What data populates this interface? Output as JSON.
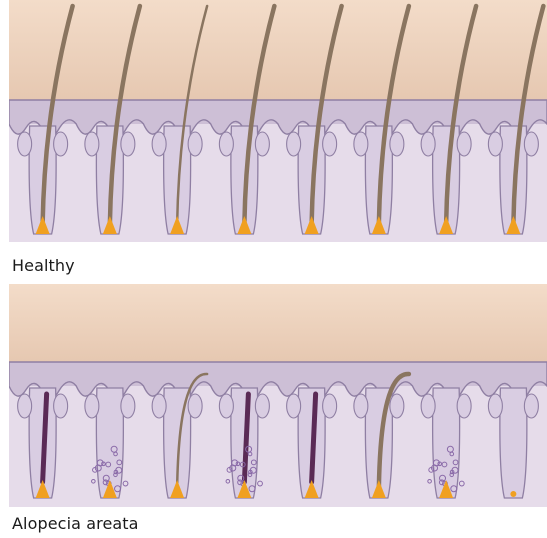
{
  "captions": {
    "healthy": "Healthy",
    "alopecia": "Alopecia areata"
  },
  "colors": {
    "skin_top": "#f3dcc9",
    "skin_bottom": "#e6c8b1",
    "epidermis": "#cdbfd6",
    "dermis": "#e6dcea",
    "outline": "#8f7fa3",
    "hair": "#8a7560",
    "hair_dark": "#5a2a55",
    "bulb": "#f0a020",
    "inflammation": "#8a6aa8"
  },
  "follicles": {
    "healthy": [
      {
        "state": "normal"
      },
      {
        "state": "normal"
      },
      {
        "state": "thin"
      },
      {
        "state": "normal"
      },
      {
        "state": "normal"
      },
      {
        "state": "broken"
      },
      {
        "state": "normal"
      },
      {
        "state": "normal"
      }
    ],
    "alopecia": [
      {
        "state": "stub"
      },
      {
        "state": "inflamed"
      },
      {
        "state": "thin"
      },
      {
        "state": "inflamed-stub"
      },
      {
        "state": "stub"
      },
      {
        "state": "broken"
      },
      {
        "state": "inflamed"
      },
      {
        "state": "empty"
      }
    ]
  }
}
